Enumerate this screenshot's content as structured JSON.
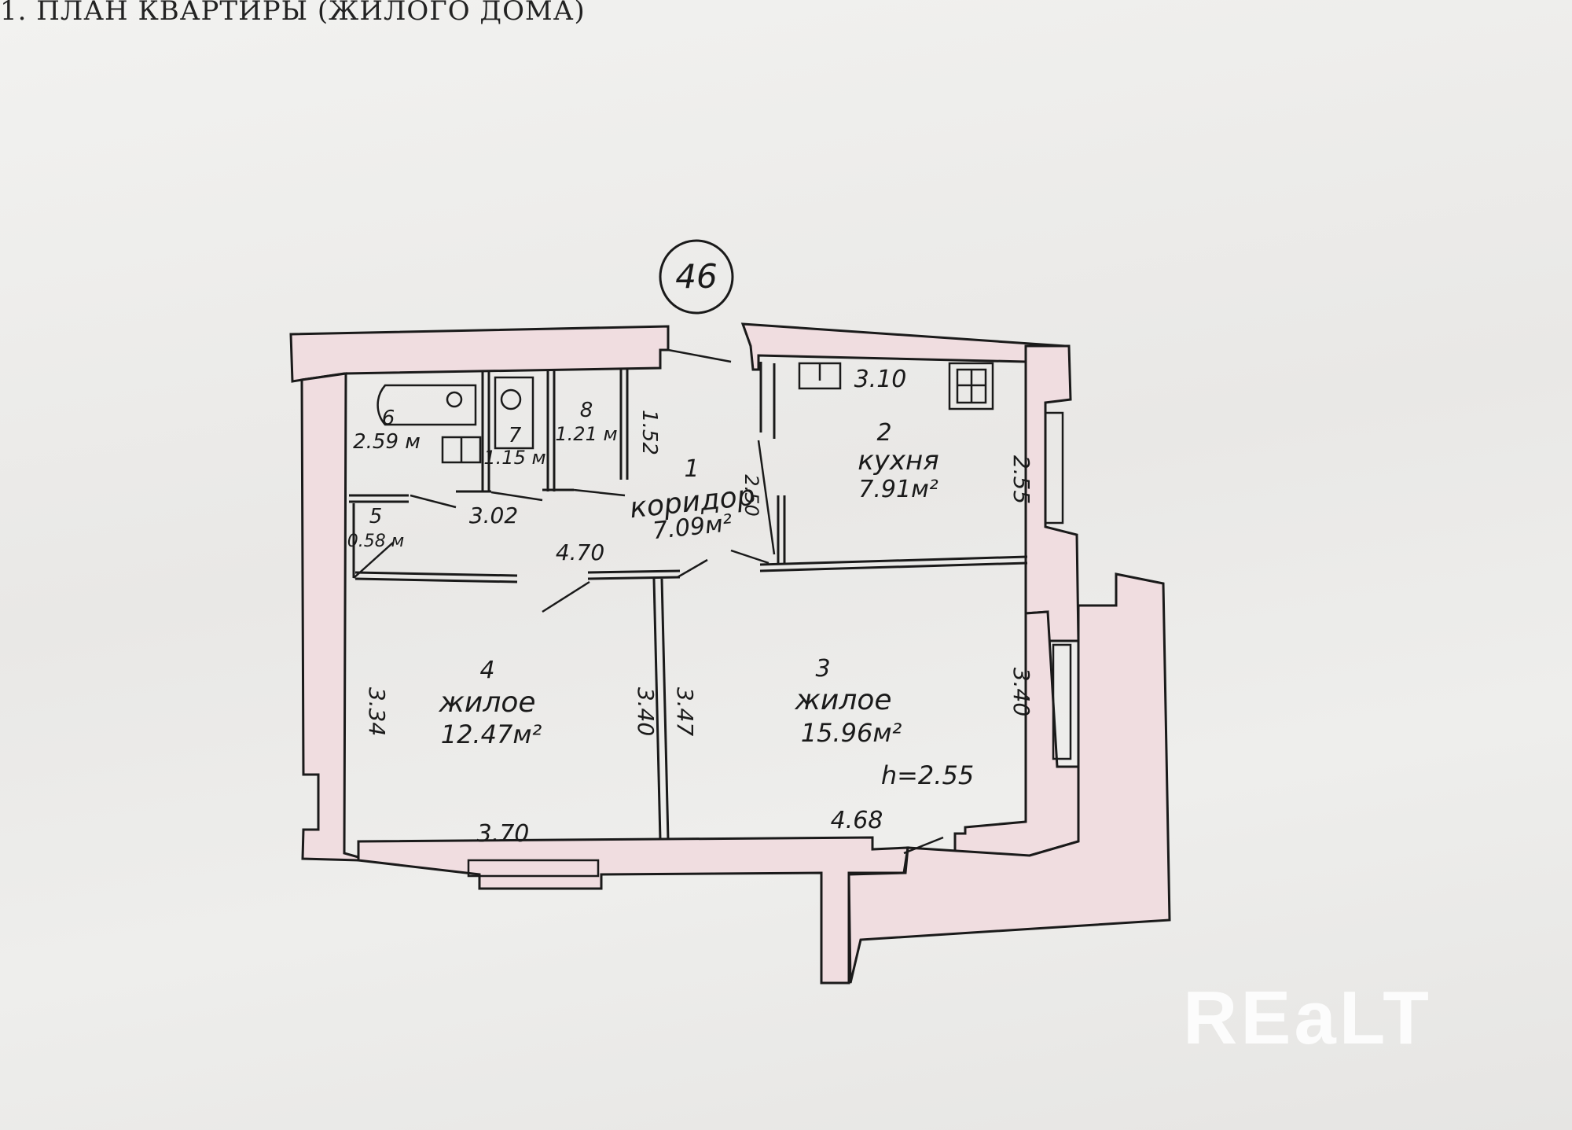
{
  "header": {
    "text": "1. ПЛАН КВАРТИРЫ (ЖИЛОГО ДОМА)"
  },
  "plan": {
    "apartment_number": "46",
    "ceiling_height": "h=2.55",
    "rooms": [
      {
        "id": "1",
        "name": "коридор",
        "area": "7.09м²"
      },
      {
        "id": "2",
        "name": "кухня",
        "area": "7.91м²"
      },
      {
        "id": "3",
        "name": "жилое",
        "area": "15.96м²"
      },
      {
        "id": "4",
        "name": "жилое",
        "area": "12.47м²"
      },
      {
        "id": "5",
        "name": "",
        "area": "0.58 м"
      },
      {
        "id": "6",
        "name": "",
        "area": "2.59 м"
      },
      {
        "id": "7",
        "name": "",
        "area": "1.15 м"
      },
      {
        "id": "8",
        "name": "",
        "area": "1.21 м"
      }
    ],
    "dimensions": {
      "kitchen_top": "3.10",
      "kitchen_right": "2.55",
      "kitchen_left": "2.50",
      "corridor_bottom": "3.02",
      "corridor_mid": "4.70",
      "small_room_8": "1.52",
      "room4_left": "3.34",
      "room4_right": "3.40",
      "room4_bottom": "3.70",
      "room3_left": "3.47",
      "room3_right": "3.40",
      "room3_bottom": "4.68"
    }
  },
  "watermark": "REaLT",
  "colors": {
    "wall_fill": "#f0dde0",
    "ink": "#1a1a1a",
    "paper": "#eeeeec"
  }
}
